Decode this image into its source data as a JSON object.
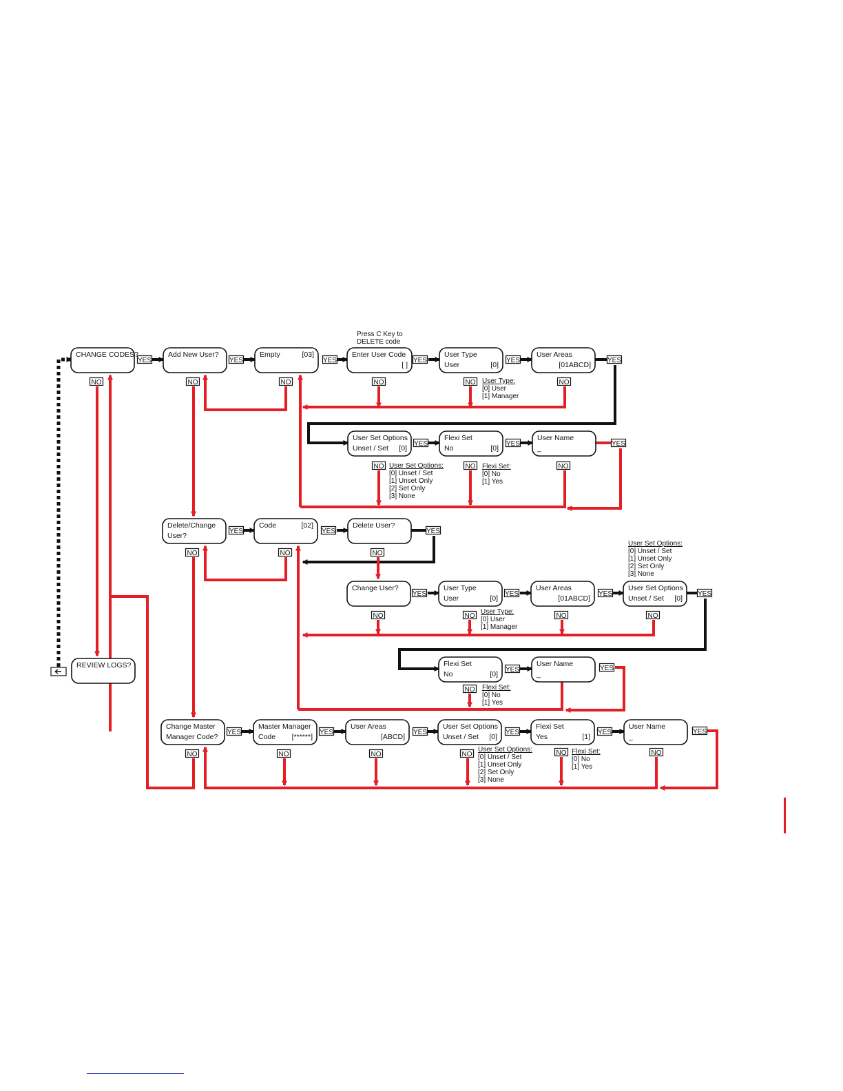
{
  "colors": {
    "no_path": "#e31e24",
    "yes_path": "#111111",
    "box_border": "#111111"
  },
  "labels": {
    "yes": "YES",
    "no": "NO"
  },
  "icons": {
    "exit": "exit-arrow-icon"
  },
  "boxes": {
    "change_codes": {
      "line1": "CHANGE CODES?",
      "line2": "",
      "value": ""
    },
    "add_new_user": {
      "line1": "Add New User?",
      "line2": "",
      "value": ""
    },
    "empty": {
      "line1": "Empty",
      "line2": "",
      "value": "[03]"
    },
    "enter_user_code": {
      "line1": "Enter User Code",
      "line2": "",
      "value": "[      ]"
    },
    "user_type_1": {
      "line1": "User Type",
      "line2": "User",
      "value": "[0]"
    },
    "user_areas_1": {
      "line1": "User Areas",
      "line2": "",
      "value": "[01ABCD]"
    },
    "user_set_options_1": {
      "line1": "User Set Options",
      "line2": "Unset / Set",
      "value": "[0]"
    },
    "flexi_set_1": {
      "line1": "Flexi Set",
      "line2": "No",
      "value": "[0]"
    },
    "user_name_1": {
      "line1": "User Name",
      "line2": "_",
      "value": ""
    },
    "delete_change_user": {
      "line1": "Delete/Change",
      "line2": "User?",
      "value": ""
    },
    "code": {
      "line1": "Code",
      "line2": "",
      "value": "[02]"
    },
    "delete_user": {
      "line1": "Delete User?",
      "line2": "",
      "value": ""
    },
    "change_user": {
      "line1": "Change User?",
      "line2": "",
      "value": ""
    },
    "user_type_2": {
      "line1": "User Type",
      "line2": "User",
      "value": "[0]"
    },
    "user_areas_2": {
      "line1": "User Areas",
      "line2": "",
      "value": "[01ABCD]"
    },
    "user_set_options_2": {
      "line1": "User Set Options",
      "line2": "Unset / Set",
      "value": "[0]"
    },
    "flexi_set_2": {
      "line1": "Flexi Set",
      "line2": "No",
      "value": "[0]"
    },
    "user_name_2": {
      "line1": "User Name",
      "line2": "_",
      "value": ""
    },
    "review_logs": {
      "line1": "REVIEW LOGS?",
      "line2": "",
      "value": ""
    },
    "change_master": {
      "line1": "Change Master",
      "line2": "Manager Code?",
      "value": ""
    },
    "master_manager": {
      "line1": "Master Manager",
      "line2": "Code",
      "value": "[******]"
    },
    "user_areas_3": {
      "line1": "User Areas",
      "line2": "",
      "value": "[ABCD]"
    },
    "user_set_options_3": {
      "line1": "User Set Options",
      "line2": "Unset / Set",
      "value": "[0]"
    },
    "flexi_set_3": {
      "line1": "Flexi Set",
      "line2": "Yes",
      "value": "[1]"
    },
    "user_name_3": {
      "line1": "User Name",
      "line2": "_",
      "value": ""
    }
  },
  "notes": {
    "press_c": {
      "lines": [
        "Press C Key to",
        "DELETE code"
      ]
    },
    "user_type_note_1": {
      "title": "User Type:",
      "lines": [
        "[0] User",
        "[1] Manager"
      ]
    },
    "uso_note_1": {
      "title": "User Set Options:",
      "lines": [
        "[0] Unset / Set",
        "[1] Unset Only",
        "[2] Set Only",
        "[3] None"
      ]
    },
    "flexi_note_1": {
      "title": "Flexi Set:",
      "lines": [
        "[0] No",
        "[1] Yes"
      ]
    },
    "uso_note_2": {
      "title": "User Set Options:",
      "lines": [
        "[0] Unset / Set",
        "[1] Unset Only",
        "[2] Set Only",
        "[3] None"
      ]
    },
    "user_type_note_2": {
      "title": "User Type:",
      "lines": [
        "[0] User",
        "[1] Manager"
      ]
    },
    "flexi_note_2": {
      "title": "Flexi Set:",
      "lines": [
        "[0] No",
        "[1] Yes"
      ]
    },
    "uso_note_3": {
      "title": "User Set Options:",
      "lines": [
        "[0] Unset / Set",
        "[1] Unset Only",
        "[2] Set Only",
        "[3] None"
      ]
    },
    "flexi_note_3": {
      "title": "Flexi Set:",
      "lines": [
        "[0] No",
        "[1] Yes"
      ]
    }
  }
}
